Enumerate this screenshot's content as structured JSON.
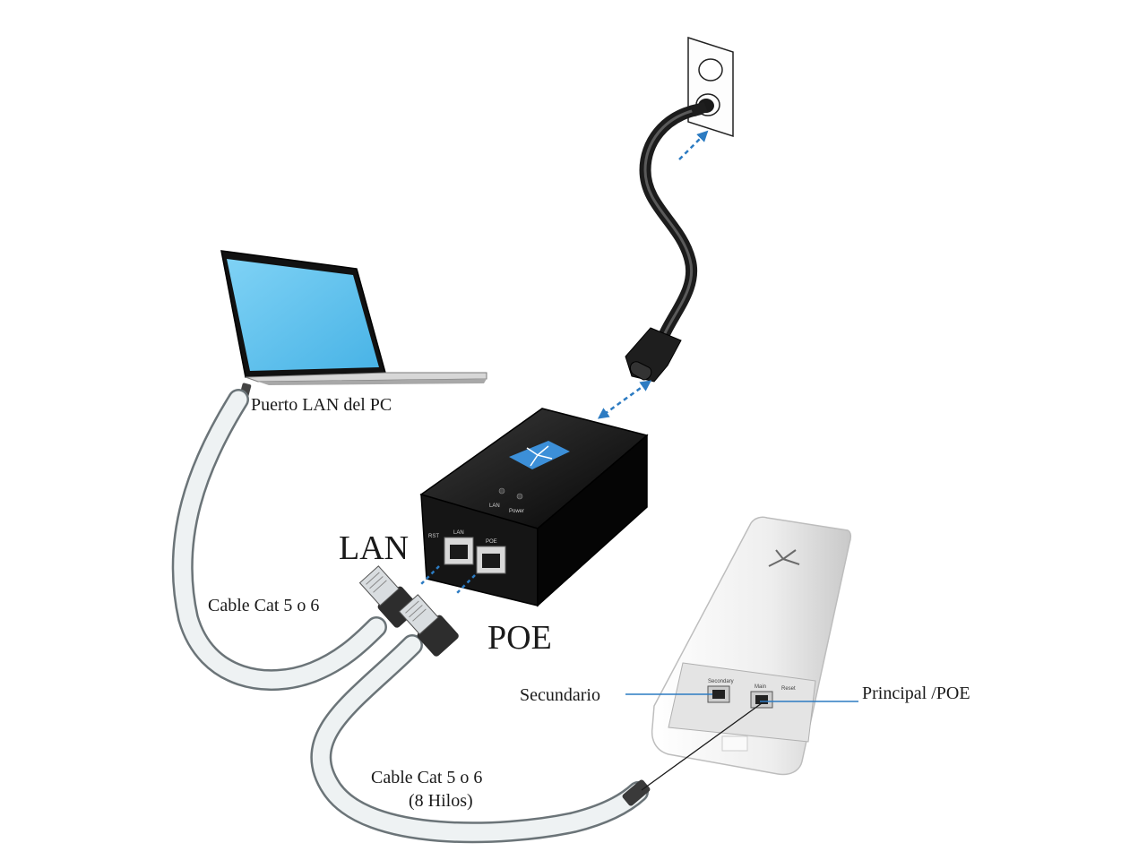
{
  "labels": {
    "pc_lan_port": "Puerto LAN del PC",
    "lan": "LAN",
    "poe": "POE",
    "cable_1": "Cable Cat 5 o 6",
    "cable_2_line1": "Cable Cat 5 o 6",
    "cable_2_line2": "(8 Hilos)",
    "secondary": "Secundario",
    "primary": "Principal /POE"
  },
  "injector": {
    "port_lan": "LAN",
    "port_poe": "POE",
    "led_lan": "LAN",
    "led_power": "Power",
    "rst": "RST"
  },
  "antenna": {
    "port_secondary": "Secondary",
    "port_main": "Main",
    "reset": "Reset"
  },
  "colors": {
    "laptop_screen": "#5fc3ee",
    "injector_body": "#111111",
    "antenna_body": "#f2f2f2",
    "dashed_link": "#2c7bc2",
    "cable_light": "#e9eef0",
    "power_cable": "#2a2a2a"
  },
  "icons": [
    "laptop-icon",
    "wall-outlet-icon",
    "power-plug-icon",
    "poe-injector-icon",
    "antenna-icon",
    "rj45-plug-icon",
    "brand-logo-icon"
  ]
}
